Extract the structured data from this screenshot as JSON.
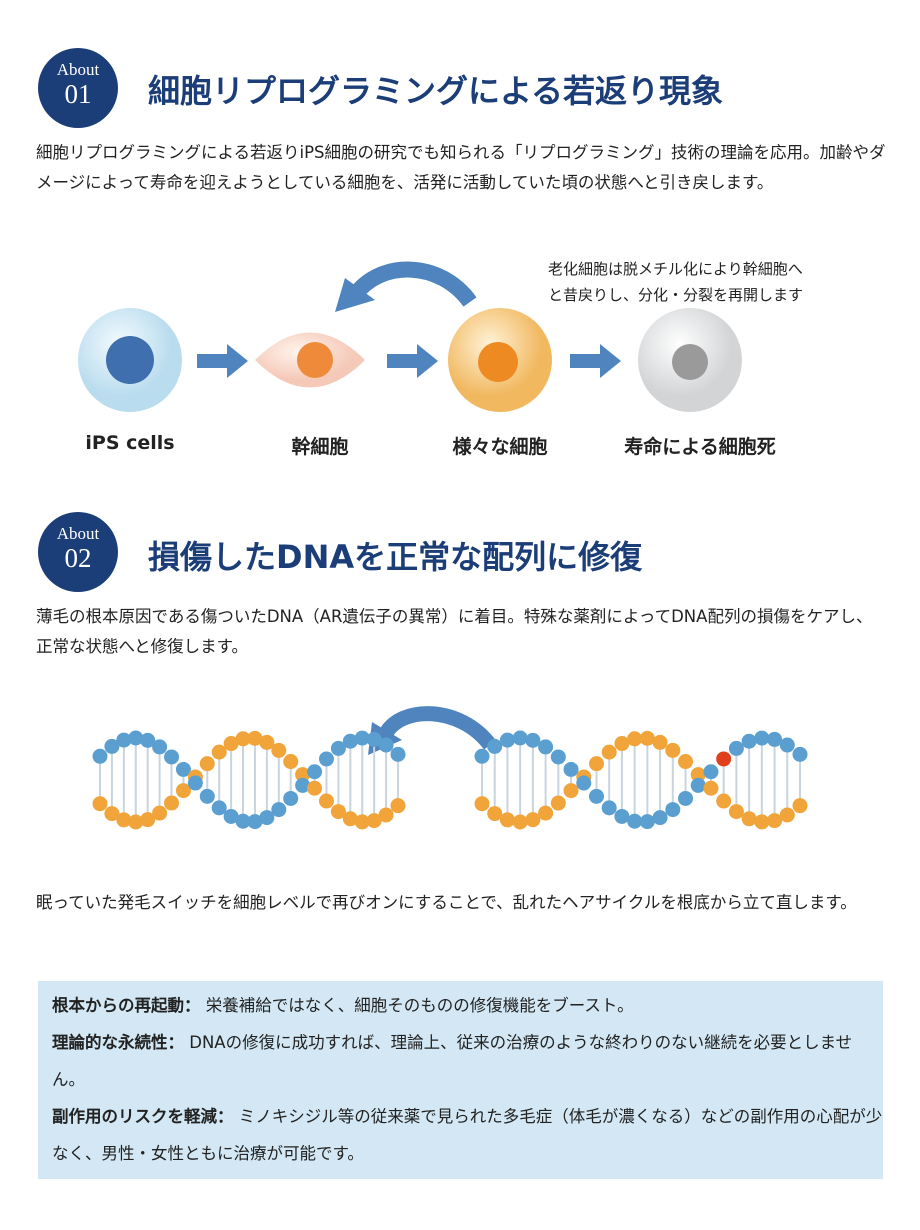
{
  "section1": {
    "badge_label": "About",
    "badge_number": "01",
    "title": "細胞リプログラミングによる若返り現象",
    "text": "細胞リプログラミングによる若返りiPS細胞の研究でも知られる「リプログラミング」技術の理論を応用。加齢やダメージによって寿命を迎えようとしている細胞を、活発に活動していた頃の状態へと引き戻します。",
    "note_line1": "老化細胞は脱メチル化により幹細胞へ",
    "note_line2": "と昔戻りし、分化・分裂を再開します",
    "cells": [
      "iPS cells",
      "幹細胞",
      "様々な細胞",
      "寿命による細胞死"
    ]
  },
  "section2": {
    "badge_label": "About",
    "badge_number": "02",
    "title": "損傷したDNAを正常な配列に修復",
    "text": "薄毛の根本原因である傷ついたDNA（AR遺伝子の異常）に着目。特殊な薬剤によってDNA配列の損傷をケアし、正常な状態へと修復します。",
    "text2": "眠っていた発毛スイッチを細胞レベルで再びオンにすることで、乱れたヘアサイクルを根底から立て直します。",
    "points": [
      {
        "label": "根本からの再起動：",
        "text": "栄養補給ではなく、細胞そのものの修復機能をブースト。"
      },
      {
        "label": "理論的な永続性：",
        "text": "DNAの修復に成功すれば、理論上、従来の治療のような終わりのない継続を必要としません。"
      },
      {
        "label": "副作用のリスクを軽減：",
        "text": "ミノキシジル等の従来薬で見られた多毛症（体毛が濃くなる）などの副作用の心配が少なく、男性・女性ともに治療が可能です。"
      }
    ]
  },
  "colors": {
    "navy": "#1b3d78",
    "arrow": "#4f84bf",
    "box": "#d3e8f4",
    "orange": "#f0a43a",
    "blue": "#5a9fd0",
    "damage": "#e0401c"
  }
}
